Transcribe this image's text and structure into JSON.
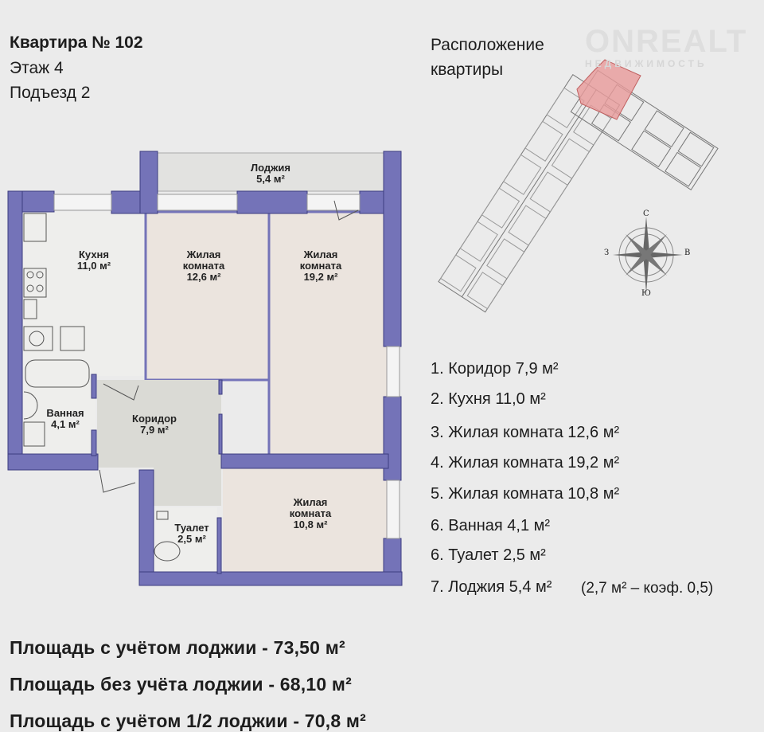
{
  "header": {
    "apartment": "Квартира № 102",
    "floor": "Этаж 4",
    "entrance": "Подъезд 2"
  },
  "location": {
    "line1": "Расположение",
    "line2": "квартиры"
  },
  "watermark": {
    "brand": "ONREALT",
    "sub": "НЕДВИЖИМОСТЬ"
  },
  "compass": {
    "n": "С",
    "s": "Ю",
    "w": "З",
    "e": "В"
  },
  "rooms": {
    "loggia": {
      "name": "Лоджия",
      "area": "5,4 м²"
    },
    "kitchen": {
      "name": "Кухня",
      "area": "11,0 м²"
    },
    "room1": {
      "name1": "Жилая",
      "name2": "комната",
      "area": "12,6 м²"
    },
    "room2": {
      "name1": "Жилая",
      "name2": "комната",
      "area": "19,2 м²"
    },
    "room3": {
      "name1": "Жилая",
      "name2": "комната",
      "area": "10,8 м²"
    },
    "corridor": {
      "name": "Коридор",
      "area": "7,9 м²"
    },
    "bathroom": {
      "name": "Ванная",
      "area": "4,1 м²"
    },
    "toilet": {
      "name": "Туалет",
      "area": "2,5 м²"
    }
  },
  "legend": [
    "1. Коридор 7,9 м²",
    "2. Кухня 11,0 м²",
    "3. Жилая комната 12,6 м²",
    "4. Жилая комната 19,2 м²",
    "5. Жилая комната 10,8 м²",
    "6. Ванная 4,1 м²",
    "6. Туалет 2,5 м²",
    "7. Лоджия 5,4 м²"
  ],
  "legend_note": "(2,7 м² – коэф. 0,5)",
  "summary": [
    "Площадь с учётом лоджии - 73,50 м²",
    "Площадь без учёта лоджии - 68,10 м²",
    "Площадь с учётом 1/2 лоджии - 70,8 м²"
  ],
  "colors": {
    "wall": "#7473b8",
    "floor": "#ebe4de",
    "corridor": "#dadad5",
    "highlight": "#e89a9a"
  }
}
